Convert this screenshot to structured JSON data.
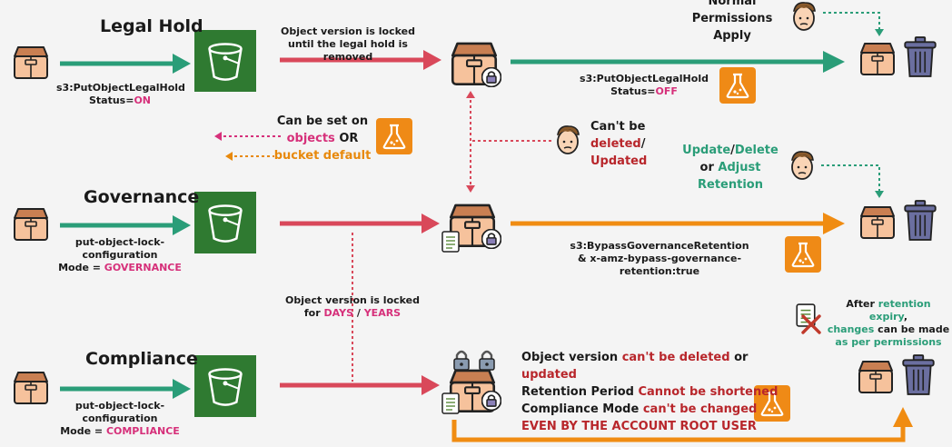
{
  "colors": {
    "green_arrow": "#2a9d78",
    "red_arrow": "#d9485a",
    "orange_arrow": "#f08c12",
    "bucket_green": "#2f7a31",
    "pink": "#d6307a",
    "dark_red": "#b8262b"
  },
  "legal_hold": {
    "title": "Legal Hold",
    "request": "s3:PutObjectLegalHold",
    "status_prefix": "Status=",
    "status_value": "ON",
    "lock_note": "Object version is locked until the legal hold is removed",
    "off_request": "s3:PutObjectLegalHold",
    "off_status_prefix": "Status=",
    "off_status_value": "OFF",
    "normal_permissions": [
      "Normal",
      "Permissions",
      "Apply"
    ]
  },
  "can_be_set": {
    "line1": "Can be set on",
    "objects": "objects",
    "or": "OR",
    "bucket_default": "bucket default"
  },
  "cant_be": {
    "line1": "Can't be",
    "deleted": "deleted",
    "slash": "/",
    "updated": "Updated"
  },
  "governance": {
    "title": "Governance",
    "update": "Update",
    "slash": "/",
    "delete": "Delete",
    "or": "or",
    "adjust": "Adjust",
    "retention": "Retention",
    "config_line1": "put-object-lock-",
    "config_line2": "configuration",
    "mode_prefix": "Mode = ",
    "mode_value": "GOVERNANCE",
    "bypass_line1": "s3:BypassGovernanceRetention",
    "bypass_line2": "& x-amz-bypass-governance-retention:true"
  },
  "locked_for": {
    "line1": "Object version is locked",
    "for": "for",
    "days": "DAYS",
    "slash": "/",
    "years": "YEARS"
  },
  "expiry": {
    "after": "After",
    "retention_expiry": "retention expiry",
    "comma": ",",
    "changes": "changes",
    "can_be_made": "can be made",
    "as_per_permissions": "as per permissions"
  },
  "compliance": {
    "title": "Compliance",
    "config_line1": "put-object-lock-",
    "config_line2": "configuration",
    "mode_prefix": "Mode = ",
    "mode_value": "COMPLIANCE",
    "r1_a": "Object version",
    "r1_b": "can't be deleted",
    "r1_c": "or",
    "r1_d": "updated",
    "r2_a": "Retention Period",
    "r2_b": "Cannot be shortened",
    "r3_a": "Compliance Mode",
    "r3_b": "can't be changed",
    "r4": "EVEN BY THE ACCOUNT ROOT USER"
  }
}
